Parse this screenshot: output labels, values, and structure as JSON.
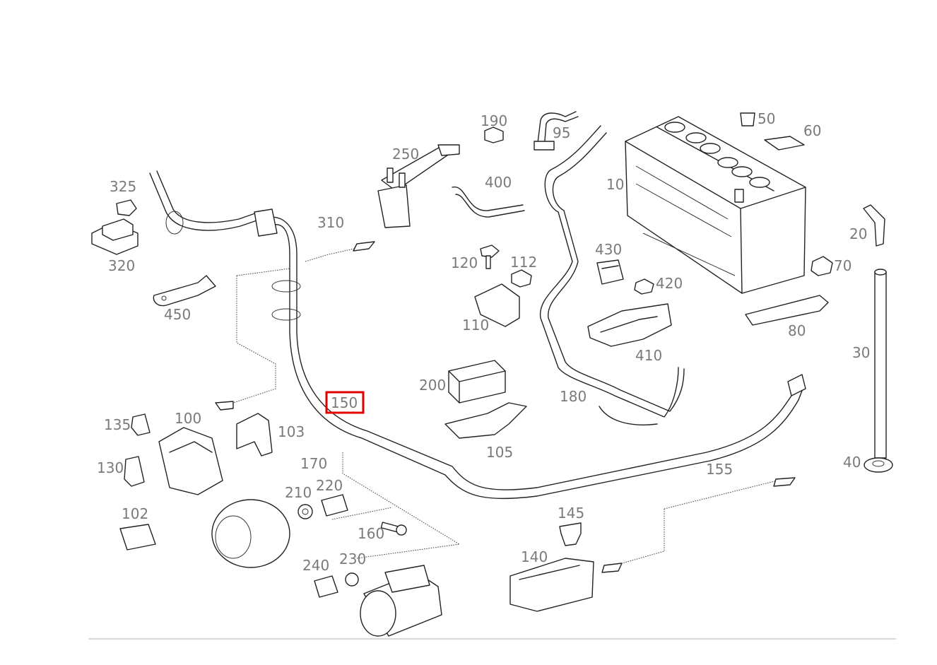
{
  "diagram": {
    "labels": {
      "p10": "10",
      "p20": "20",
      "p30": "30",
      "p40": "40",
      "p50": "50",
      "p60": "60",
      "p70": "70",
      "p80": "80",
      "p95": "95",
      "p100": "100",
      "p102": "102",
      "p103": "103",
      "p105": "105",
      "p110": "110",
      "p112": "112",
      "p120": "120",
      "p130": "130",
      "p135": "135",
      "p140": "140",
      "p145": "145",
      "p150": "150",
      "p155": "155",
      "p160": "160",
      "p170": "170",
      "p180": "180",
      "p190": "190",
      "p200": "200",
      "p210": "210",
      "p220": "220",
      "p230": "230",
      "p240": "240",
      "p250": "250",
      "p310": "310",
      "p320": "320",
      "p325": "325",
      "p400": "400",
      "p410": "410",
      "p420": "420",
      "p430": "430",
      "p450": "450"
    },
    "highlighted_part": "150",
    "highlight_color": "#e00000"
  }
}
